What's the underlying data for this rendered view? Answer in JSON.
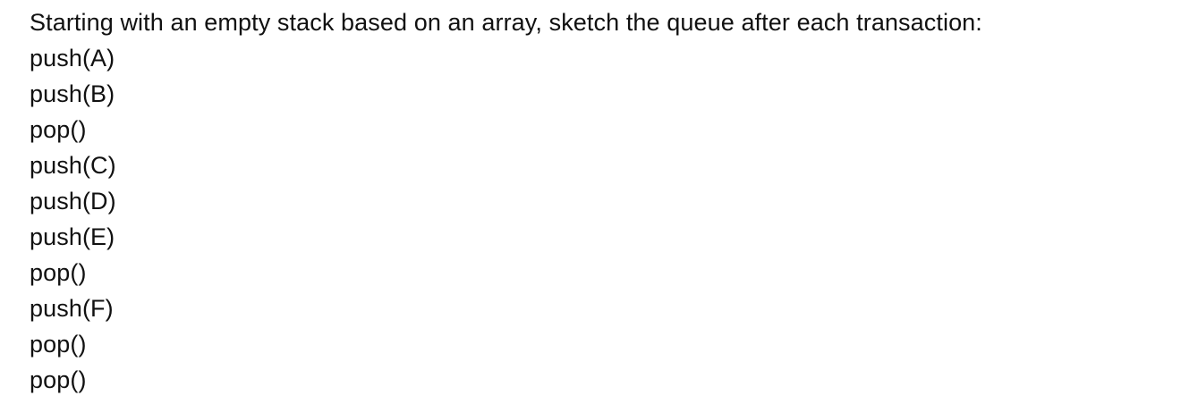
{
  "document": {
    "prompt": "Starting with an empty stack based on an array, sketch the queue after each transaction:",
    "transactions": [
      "push(A)",
      "push(B)",
      "pop()",
      "push(C)",
      "push(D)",
      "push(E)",
      "pop()",
      "push(F)",
      "pop()",
      "pop()"
    ],
    "text_color": "#111111",
    "background_color": "#ffffff"
  }
}
